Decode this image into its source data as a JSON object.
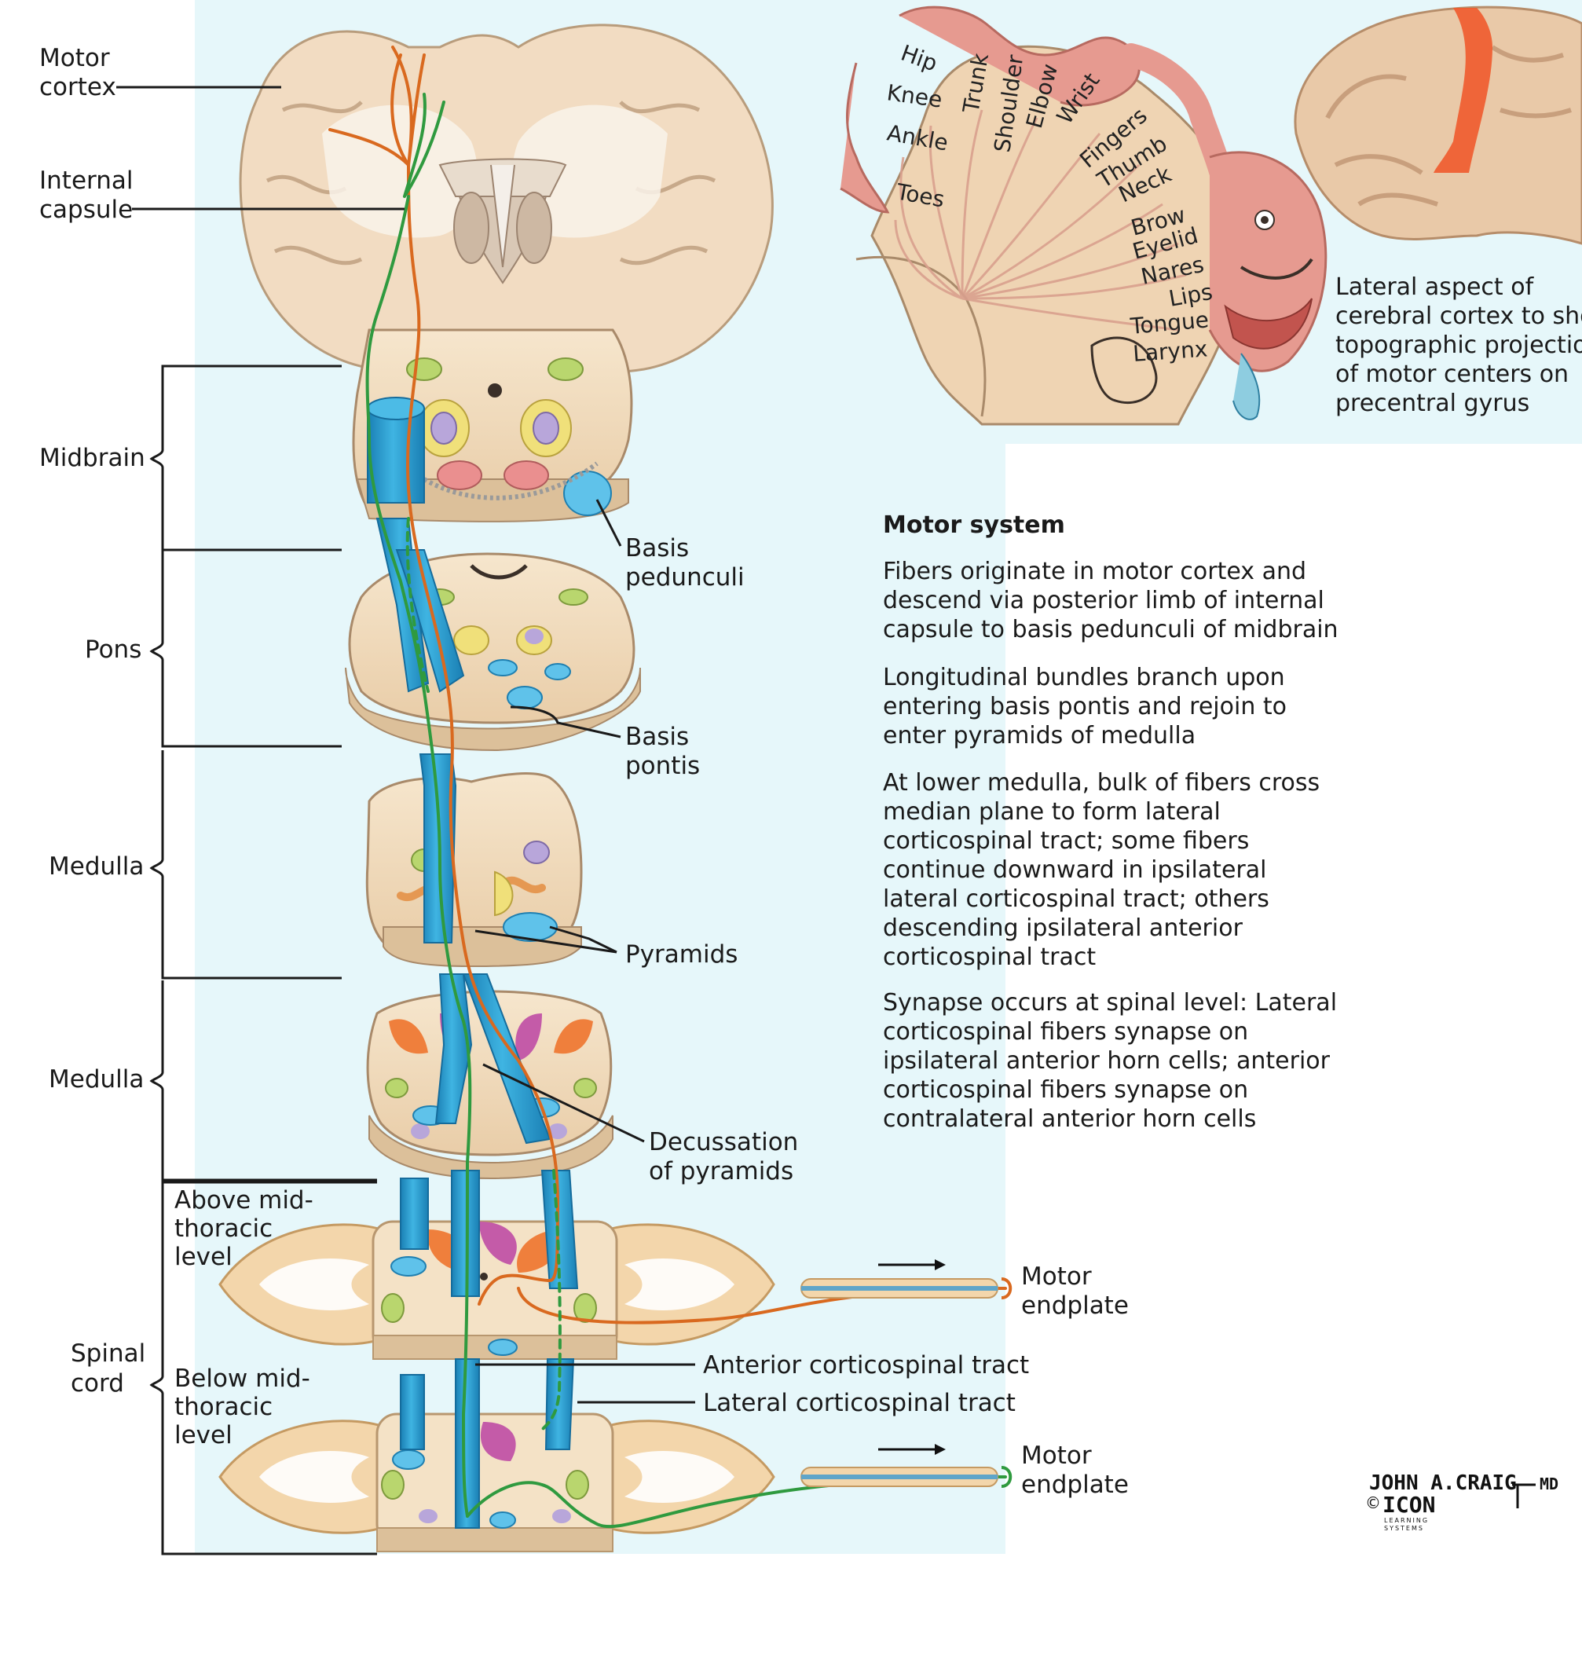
{
  "levels": {
    "midbrain": "Midbrain",
    "pons": "Pons",
    "medulla_upper": "Medulla",
    "medulla_lower": "Medulla",
    "spinal_cord": [
      "Spinal",
      "cord"
    ]
  },
  "labels": {
    "motor_cortex": [
      "Motor",
      "cortex"
    ],
    "internal_capsule": [
      "Internal",
      "capsule"
    ],
    "basis_pedunculi": [
      "Basis",
      "pedunculi"
    ],
    "basis_pontis": [
      "Basis",
      "pontis"
    ],
    "pyramids": "Pyramids",
    "decussation": [
      "Decussation",
      "of pyramids"
    ],
    "above_mid_thoracic": [
      "Above mid-",
      "thoracic",
      "level"
    ],
    "below_mid_thoracic": [
      "Below mid-",
      "thoracic",
      "level"
    ],
    "anterior_tract": "Anterior corticospinal tract",
    "lateral_tract": "Lateral corticospinal tract",
    "motor_endplate_upper": [
      "Motor",
      "endplate"
    ],
    "motor_endplate_lower": [
      "Motor",
      "endplate"
    ]
  },
  "homunculus": [
    "Hip",
    "Trunk",
    "Shoulder",
    "Elbow",
    "Wrist",
    "Knee",
    "Ankle",
    "Toes",
    "Fingers",
    "Thumb",
    "Neck",
    "Brow",
    "Eyelid",
    "Nares",
    "Lips",
    "Tongue",
    "Larynx"
  ],
  "lateral_caption": [
    "Lateral aspect of",
    "cerebral cortex to show",
    "topographic projection",
    "of motor centers on",
    "precentral gyrus"
  ],
  "motor_system": {
    "heading": "Motor system",
    "p1": [
      "Fibers originate in motor cortex and",
      "descend via posterior limb of internal",
      "capsule to basis pedunculi of midbrain"
    ],
    "p2": [
      "Longitudinal bundles branch upon",
      "entering basis pontis and rejoin to",
      "enter pyramids of medulla"
    ],
    "p3": [
      "At lower medulla, bulk of fibers cross",
      "median plane to form lateral",
      "corticospinal tract; some fibers",
      "continue downward in ipsilateral",
      "lateral corticospinal tract; others",
      "descending ipsilateral anterior",
      "corticospinal tract"
    ],
    "p4": [
      "Synapse occurs at spinal level: Lateral",
      "corticospinal fibers synapse on",
      "ipsilateral anterior horn cells; anterior",
      "corticospinal fibers synapse on",
      "contralateral anterior horn cells"
    ]
  },
  "signature": {
    "artist": "JOHN A.CRAIG",
    "suffix": "MD",
    "copyright": "©",
    "logo": "ICON",
    "logo_sub": [
      "LEARNING",
      "SYSTEMS"
    ]
  },
  "colors": {
    "background_panel": "#e6f7fa",
    "tissue": "#f1dcc0",
    "tract_blue": "#2596c9",
    "fiber_orange": "#d9691f",
    "fiber_green": "#2f9a3f",
    "grey_matter": "#c9b59a"
  }
}
